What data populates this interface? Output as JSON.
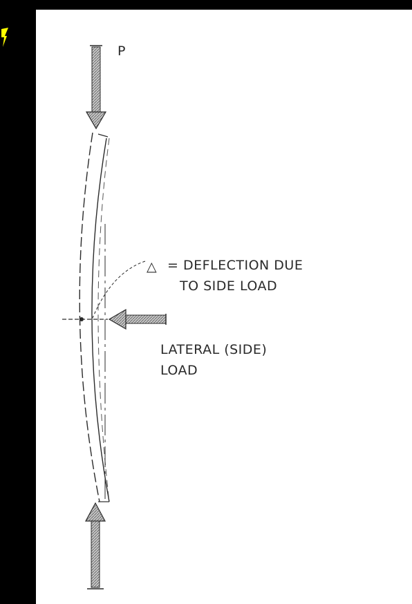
{
  "diagram": {
    "top_load_label": "P",
    "deflection_symbol": "△",
    "deflection_line1": "= DEFLECTION DUE",
    "deflection_line2": "TO SIDE LOAD",
    "lateral_line1": "LATERAL (SIDE)",
    "lateral_line2": "LOAD"
  },
  "colors": {
    "background": "#000000",
    "panel": "#ffffff",
    "ink": "#2a2a2a",
    "arrow_fill": "#9a9a9a",
    "accent_mark": "#ffff00"
  }
}
